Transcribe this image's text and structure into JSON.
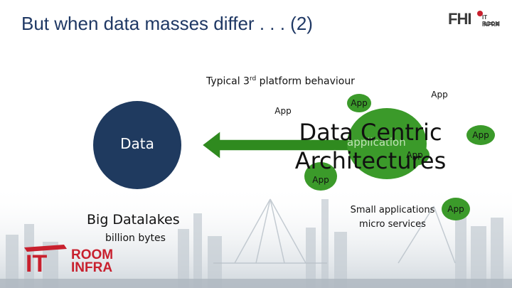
{
  "slide": {
    "title": "But when data masses differ . . . (2)",
    "data_label": "Data",
    "big_datalakes": "Big Datalakes",
    "billion_bytes": "billion bytes",
    "typical_prefix": "Typical 3",
    "typical_sup": "rd",
    "typical_suffix": " platform behaviour",
    "app_labels": [
      "App",
      "App",
      "App",
      "App",
      "App",
      "App",
      "App"
    ],
    "application_word": "application",
    "dca_line1": "Data Centric",
    "dca_line2": "Architectures",
    "small_apps_line1": "Small applications",
    "small_apps_line2": "micro services"
  },
  "logos": {
    "top_main": "FHI",
    "top_sub1": "IT ROOM",
    "top_sub2": "INFRA",
    "bottom_it": "IT",
    "bottom_room": "ROOM",
    "bottom_infra": "INFRA"
  },
  "colors": {
    "title": "#1f3864",
    "data_circle": "#1f3a5f",
    "green": "#3b9a2a",
    "arrow": "#2f8a1f",
    "brand_red": "#c8202e"
  }
}
